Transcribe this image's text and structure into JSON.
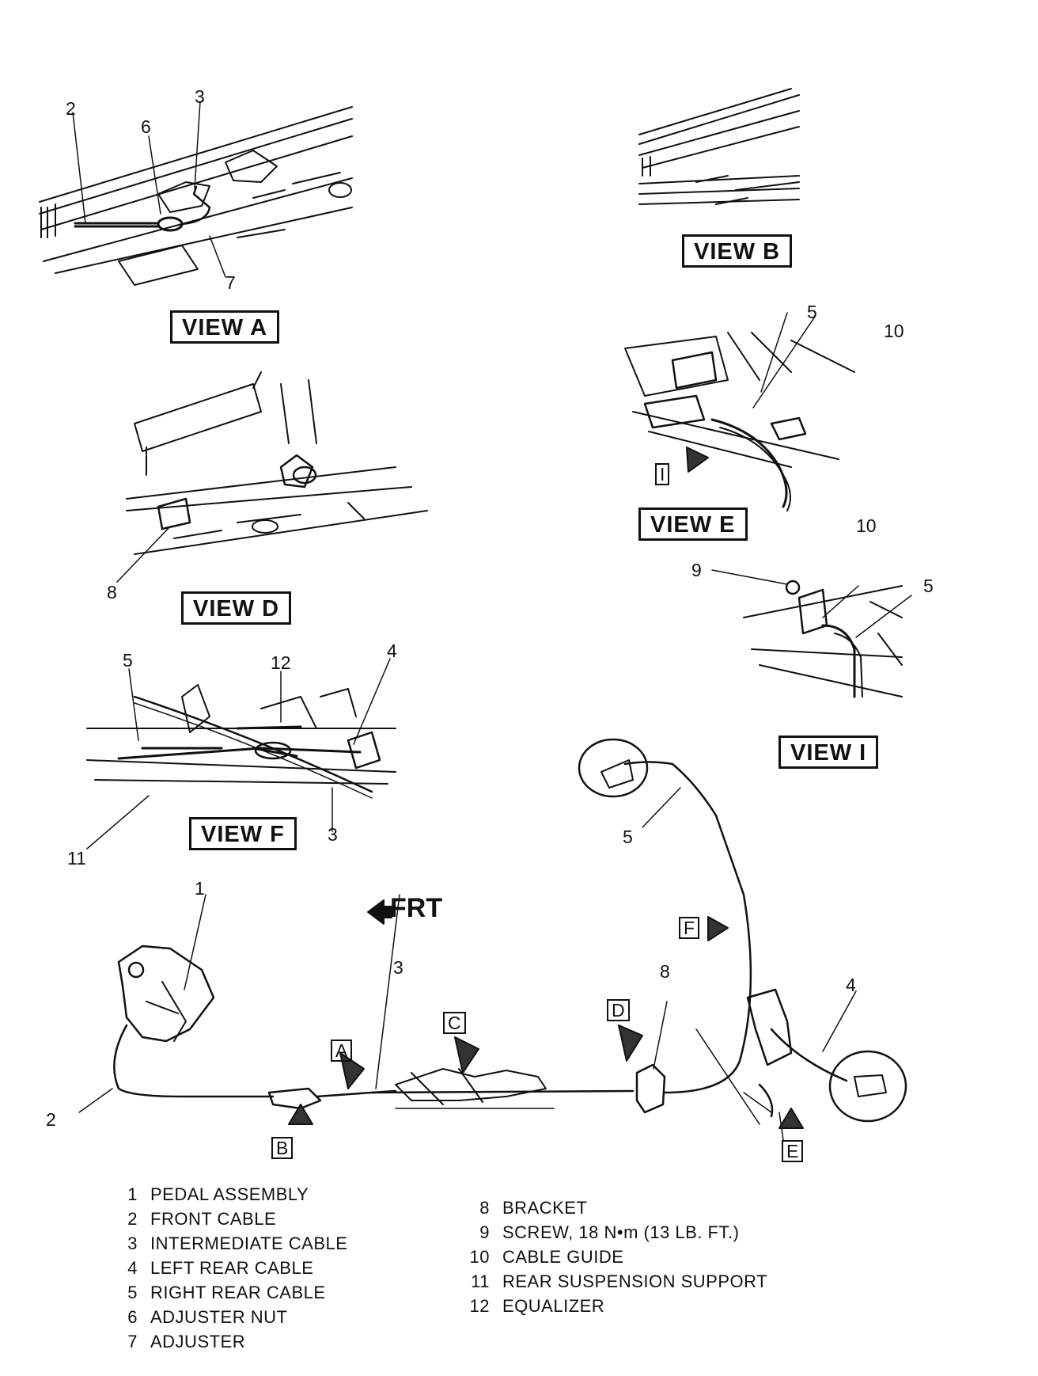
{
  "views": {
    "a": "VIEW A",
    "b": "VIEW B",
    "d": "VIEW D",
    "e": "VIEW E",
    "i": "VIEW I",
    "f": "VIEW F"
  },
  "direction_label": "FRT",
  "arrow_letters": [
    "A",
    "B",
    "C",
    "D",
    "E",
    "F"
  ],
  "callout_numbers": [
    "1",
    "2",
    "3",
    "4",
    "5",
    "6",
    "7",
    "8",
    "9",
    "10",
    "11",
    "12"
  ],
  "legend_left": [
    {
      "num": "1",
      "text": "PEDAL ASSEMBLY"
    },
    {
      "num": "2",
      "text": "FRONT CABLE"
    },
    {
      "num": "3",
      "text": "INTERMEDIATE CABLE"
    },
    {
      "num": "4",
      "text": "LEFT REAR CABLE"
    },
    {
      "num": "5",
      "text": "RIGHT REAR CABLE"
    },
    {
      "num": "6",
      "text": "ADJUSTER NUT"
    },
    {
      "num": "7",
      "text": "ADJUSTER"
    }
  ],
  "legend_right": [
    {
      "num": "8",
      "text": "BRACKET"
    },
    {
      "num": "9",
      "text": "SCREW, 18 N•m (13 LB. FT.)"
    },
    {
      "num": "10",
      "text": "CABLE GUIDE"
    },
    {
      "num": "11",
      "text": "REAR SUSPENSION SUPPORT"
    },
    {
      "num": "12",
      "text": "EQUALIZER"
    }
  ]
}
